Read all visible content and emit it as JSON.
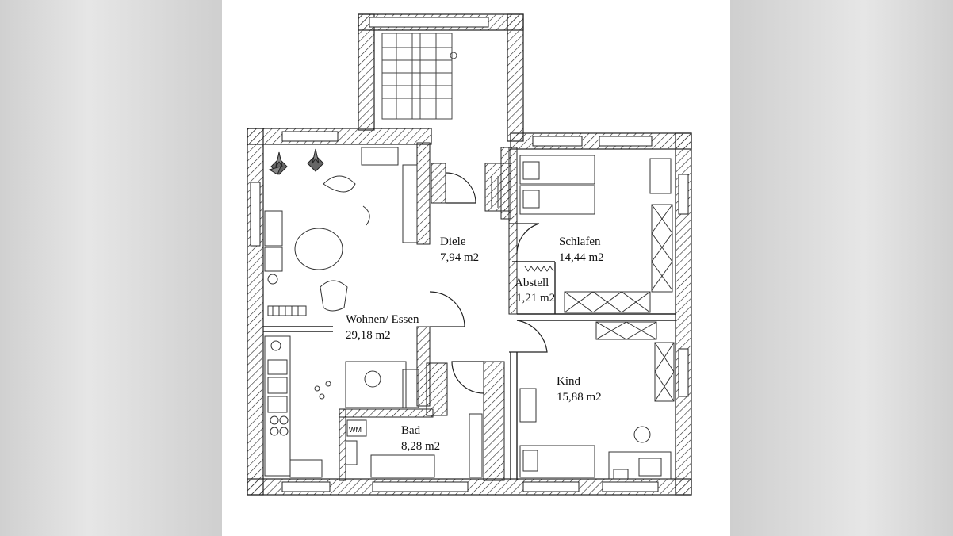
{
  "rooms": {
    "diele": {
      "name": "Diele",
      "area": "7,94 m2"
    },
    "schlafen": {
      "name": "Schlafen",
      "area": "14,44 m2"
    },
    "abstell": {
      "name": "Abstell",
      "area": "1,21 m2"
    },
    "wohnen": {
      "name": "Wohnen/ Essen",
      "area": "29,18 m2"
    },
    "kind": {
      "name": "Kind",
      "area": "15,88 m2"
    },
    "bad": {
      "name": "Bad",
      "area": "8,28 m2"
    }
  },
  "fixtures": {
    "wm_label": "WM"
  },
  "colors": {
    "line": "#222222",
    "paper": "#ffffff",
    "backdrop": "#d9d9d9"
  }
}
